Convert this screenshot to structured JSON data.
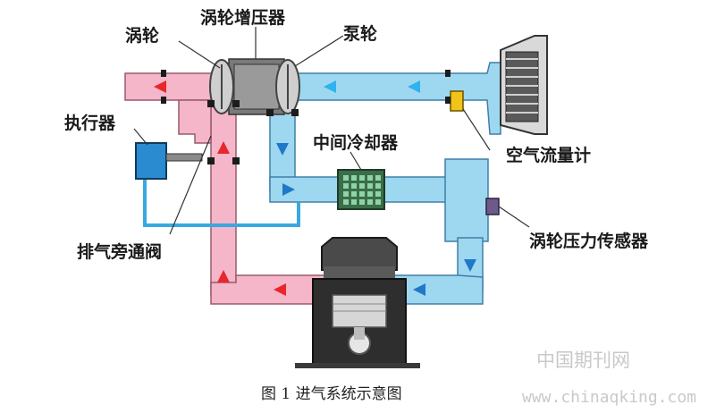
{
  "labels": {
    "turbine": "涡轮",
    "turbocharger": "涡轮增压器",
    "compressor": "泵轮",
    "actuator": "执行器",
    "intercooler": "中间冷却器",
    "air_flow_meter": "空气流量计",
    "boost_pressure_sensor": "涡轮压力传感器",
    "wastegate": "排气旁通阀"
  },
  "caption": "图 1 进气系统示意图",
  "watermark": {
    "line1": "中国期刊网",
    "line2": "www.chinaqking.com"
  },
  "colors": {
    "intake": "#8fd3ee",
    "intake_dark": "#2a7fc4",
    "exhaust": "#f4b6c8",
    "arrow_red": "#e8262c",
    "arrow_blue": "#1f78c8",
    "metal": "#6b6b6b"
  }
}
